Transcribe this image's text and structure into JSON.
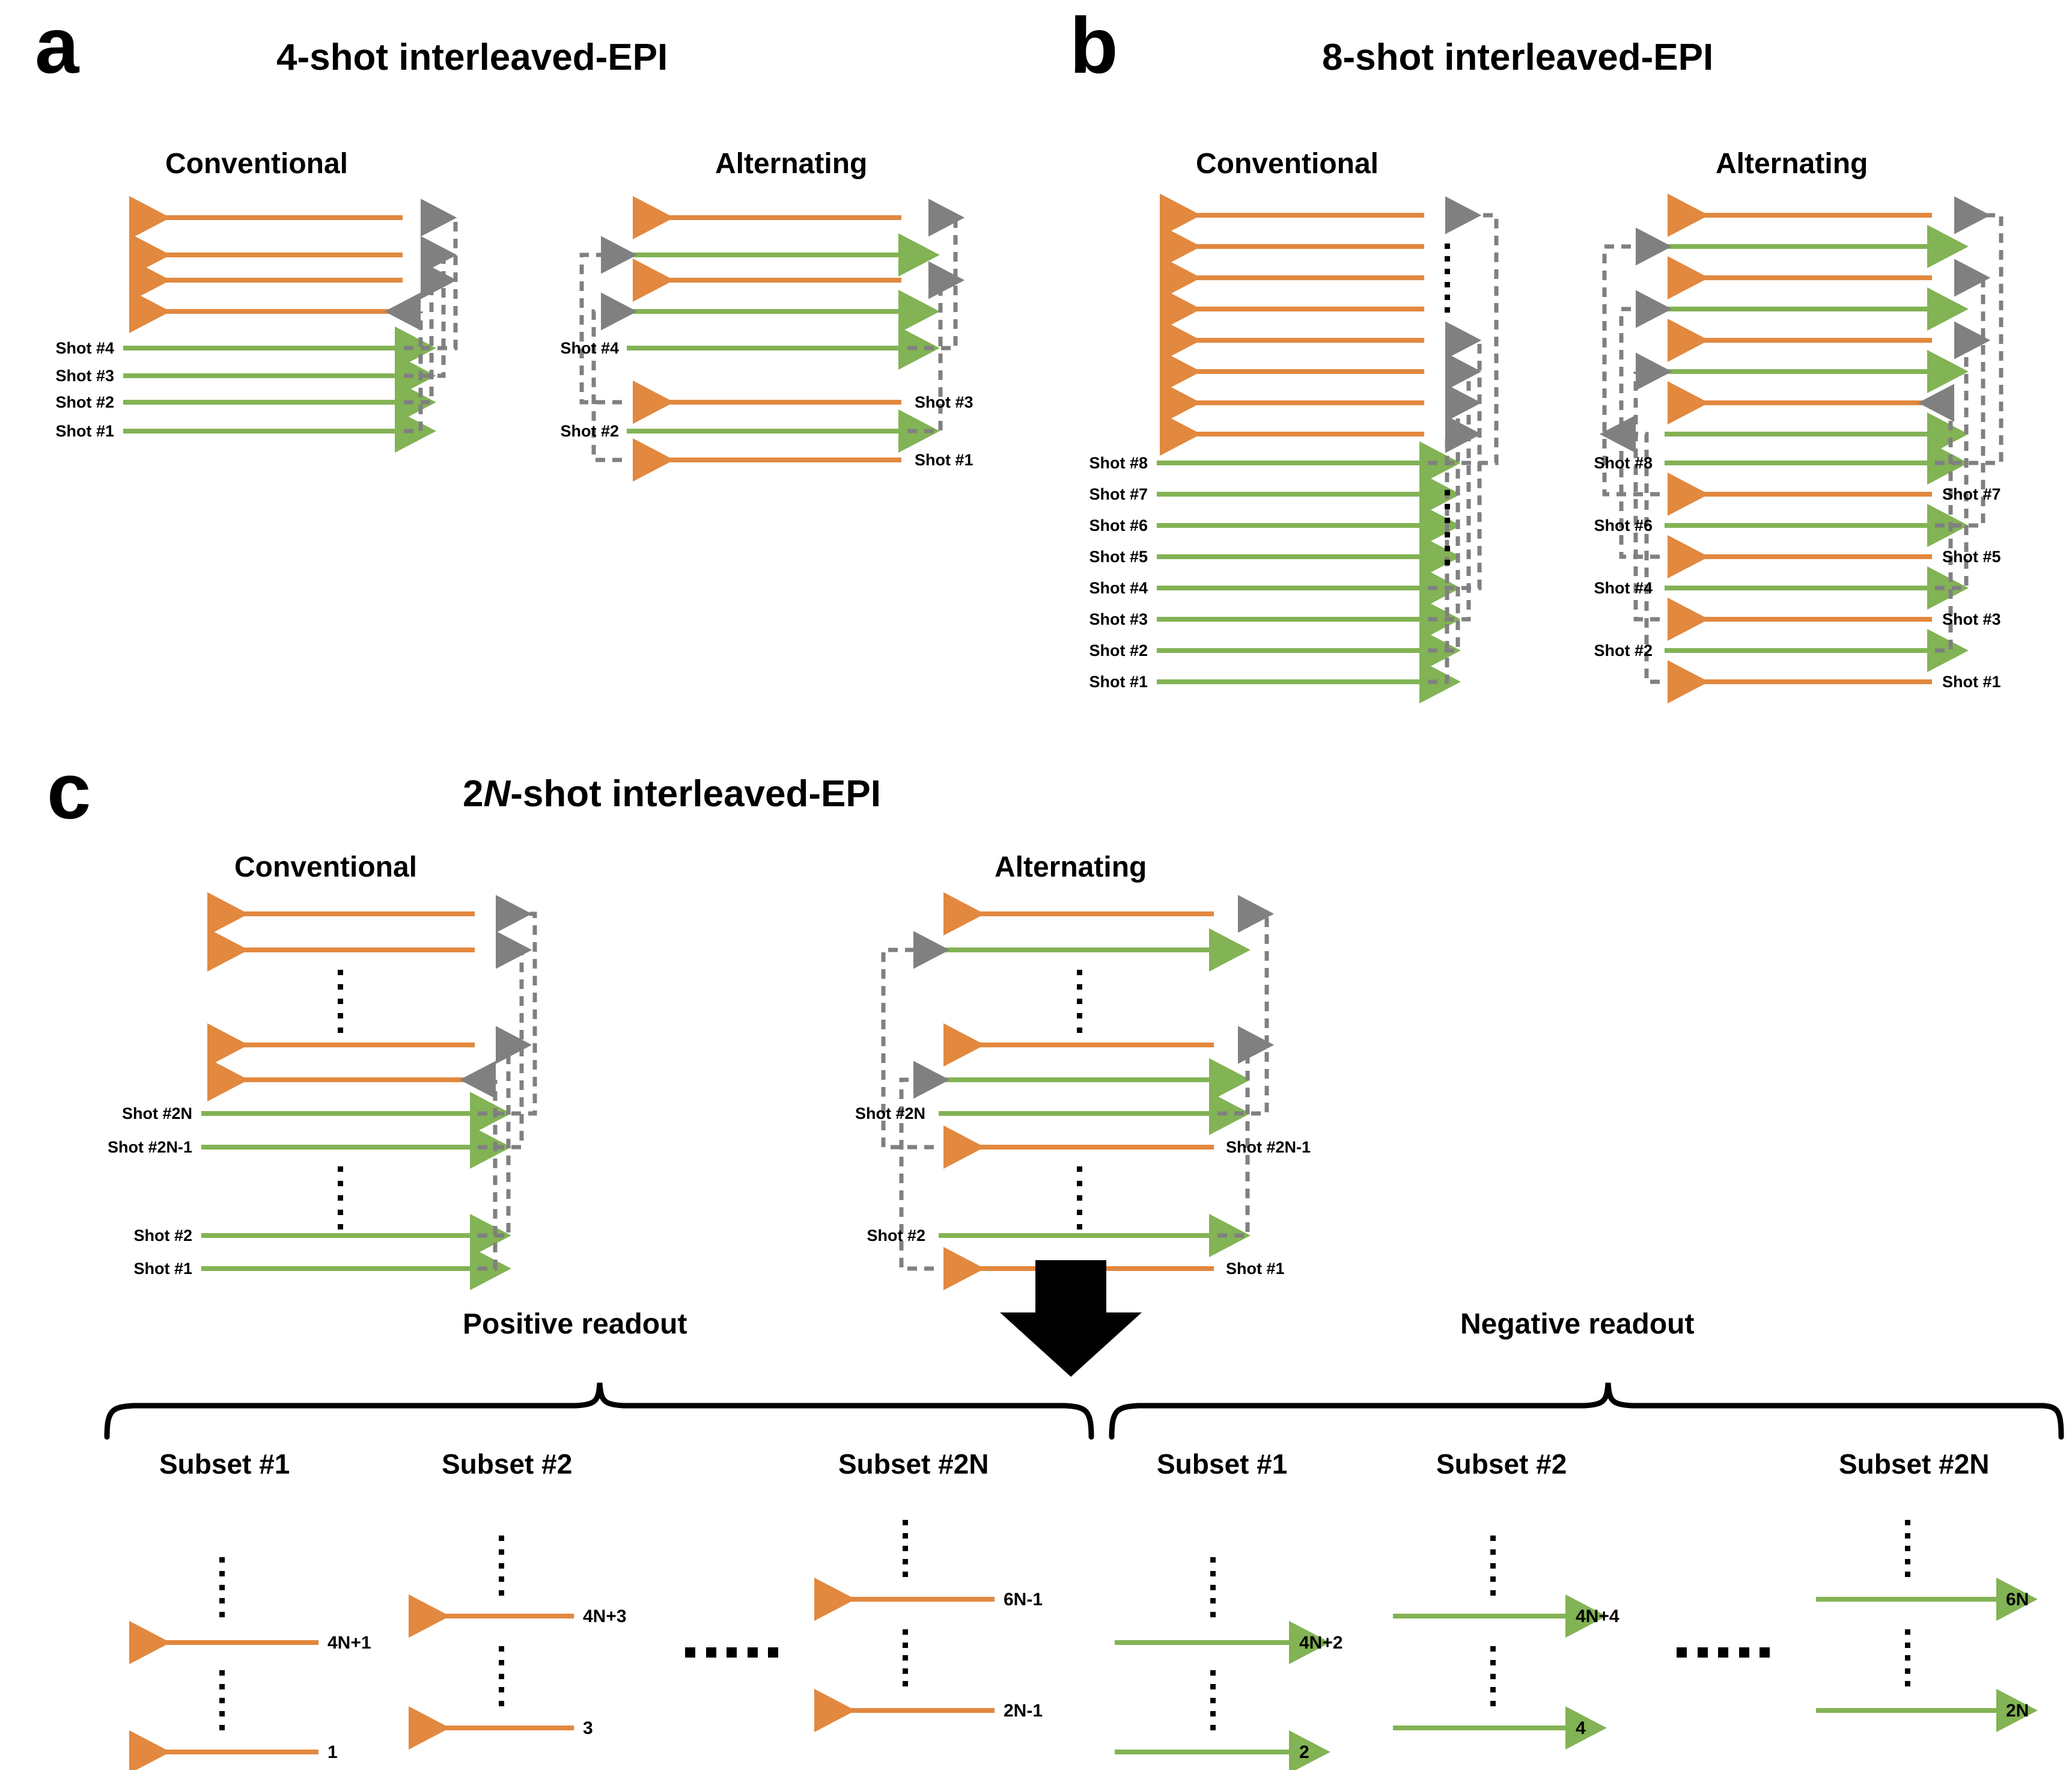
{
  "figure": {
    "panels": [
      {
        "letter": "a",
        "title": "4-shot interleaved-EPI"
      },
      {
        "letter": "b",
        "title": "8-shot interleaved-EPI"
      },
      {
        "letter": "c",
        "title_pre": "2",
        "title_italic": "N",
        "title_post": "-shot interleaved-EPI"
      }
    ],
    "column_titles": {
      "conventional": "Conventional",
      "alternating": "Alternating"
    },
    "readouts": {
      "positive": "Positive readout",
      "negative": "Negative readout"
    },
    "colors": {
      "positive_readout_orange": "#E2883F",
      "negative_readout_green": "#82B354",
      "connector_gray": "#808080",
      "text_black": "#000000",
      "background": "#FFFFFF"
    }
  },
  "panel_a": {
    "conventional": {
      "labels": [
        "Shot #4",
        "Shot #3",
        "Shot #2",
        "Shot #1"
      ],
      "rows": [
        {
          "dir": "left",
          "color": "orange"
        },
        {
          "dir": "left",
          "color": "orange"
        },
        {
          "dir": "left",
          "color": "orange"
        },
        {
          "dir": "left",
          "color": "orange"
        },
        {
          "dir": "right",
          "color": "green",
          "label": "Shot #4",
          "side": "left"
        },
        {
          "dir": "right",
          "color": "green",
          "label": "Shot #3",
          "side": "left"
        },
        {
          "dir": "right",
          "color": "green",
          "label": "Shot #2",
          "side": "left"
        },
        {
          "dir": "right",
          "color": "green",
          "label": "Shot #1",
          "side": "left"
        }
      ]
    },
    "alternating": {
      "rows": [
        {
          "dir": "left",
          "color": "orange"
        },
        {
          "dir": "right",
          "color": "green"
        },
        {
          "dir": "left",
          "color": "orange"
        },
        {
          "dir": "right",
          "color": "green"
        },
        {
          "dir": "right",
          "color": "green",
          "label": "Shot #4",
          "side": "left"
        },
        {
          "dir": "left",
          "color": "orange",
          "label": "Shot #3",
          "side": "right"
        },
        {
          "dir": "right",
          "color": "green",
          "label": "Shot #2",
          "side": "left"
        },
        {
          "dir": "left",
          "color": "orange",
          "label": "Shot #1",
          "side": "right"
        }
      ]
    }
  },
  "panel_b": {
    "conventional": {
      "rows": [
        {
          "dir": "left",
          "color": "orange"
        },
        {
          "dir": "left",
          "color": "orange"
        },
        {
          "dir": "left",
          "color": "orange"
        },
        {
          "dir": "left",
          "color": "orange"
        },
        {
          "dir": "left",
          "color": "orange"
        },
        {
          "dir": "left",
          "color": "orange"
        },
        {
          "dir": "left",
          "color": "orange"
        },
        {
          "dir": "left",
          "color": "orange"
        },
        {
          "dir": "right",
          "color": "green",
          "label": "Shot #8",
          "side": "left"
        },
        {
          "dir": "right",
          "color": "green",
          "label": "Shot #7",
          "side": "left"
        },
        {
          "dir": "right",
          "color": "green",
          "label": "Shot #6",
          "side": "left"
        },
        {
          "dir": "right",
          "color": "green",
          "label": "Shot #5",
          "side": "left"
        },
        {
          "dir": "right",
          "color": "green",
          "label": "Shot #4",
          "side": "left"
        },
        {
          "dir": "right",
          "color": "green",
          "label": "Shot #3",
          "side": "left"
        },
        {
          "dir": "right",
          "color": "green",
          "label": "Shot #2",
          "side": "left"
        },
        {
          "dir": "right",
          "color": "green",
          "label": "Shot #1",
          "side": "left"
        }
      ]
    },
    "alternating": {
      "rows": [
        {
          "dir": "left",
          "color": "orange"
        },
        {
          "dir": "right",
          "color": "green"
        },
        {
          "dir": "left",
          "color": "orange"
        },
        {
          "dir": "right",
          "color": "green"
        },
        {
          "dir": "left",
          "color": "orange"
        },
        {
          "dir": "right",
          "color": "green"
        },
        {
          "dir": "left",
          "color": "orange"
        },
        {
          "dir": "right",
          "color": "green"
        },
        {
          "dir": "right",
          "color": "green",
          "label": "Shot #8",
          "side": "left"
        },
        {
          "dir": "left",
          "color": "orange",
          "label": "Shot #7",
          "side": "right"
        },
        {
          "dir": "right",
          "color": "green",
          "label": "Shot #6",
          "side": "left"
        },
        {
          "dir": "left",
          "color": "orange",
          "label": "Shot #5",
          "side": "right"
        },
        {
          "dir": "right",
          "color": "green",
          "label": "Shot #4",
          "side": "left"
        },
        {
          "dir": "left",
          "color": "orange",
          "label": "Shot #3",
          "side": "right"
        },
        {
          "dir": "right",
          "color": "green",
          "label": "Shot #2",
          "side": "left"
        },
        {
          "dir": "left",
          "color": "orange",
          "label": "Shot #1",
          "side": "right"
        }
      ]
    }
  },
  "panel_c": {
    "conventional": {
      "rows": [
        {
          "dir": "left",
          "color": "orange"
        },
        {
          "dir": "left",
          "color": "orange"
        },
        {
          "dir": "left",
          "color": "orange"
        },
        {
          "dir": "left",
          "color": "orange"
        },
        {
          "dir": "right",
          "color": "green",
          "label": "Shot #2N",
          "side": "left"
        },
        {
          "dir": "right",
          "color": "green",
          "label": "Shot #2N-1",
          "side": "left"
        },
        {
          "dir": "right",
          "color": "green",
          "label": "Shot #2",
          "side": "left"
        },
        {
          "dir": "right",
          "color": "green",
          "label": "Shot #1",
          "side": "left"
        }
      ]
    },
    "alternating": {
      "rows": [
        {
          "dir": "left",
          "color": "orange"
        },
        {
          "dir": "right",
          "color": "green"
        },
        {
          "dir": "left",
          "color": "orange"
        },
        {
          "dir": "right",
          "color": "green"
        },
        {
          "dir": "right",
          "color": "green",
          "label": "Shot #2N",
          "side": "left"
        },
        {
          "dir": "left",
          "color": "orange",
          "label": "Shot #2N-1",
          "side": "right"
        },
        {
          "dir": "right",
          "color": "green",
          "label": "Shot #2",
          "side": "left"
        },
        {
          "dir": "left",
          "color": "orange",
          "label": "Shot #1",
          "side": "right"
        }
      ]
    },
    "positive_readout": {
      "title": "Positive readout",
      "subsets": [
        {
          "title": "Subset #1",
          "top_label": "4N+1",
          "bottom_label": "1",
          "color": "orange",
          "dir": "left"
        },
        {
          "title": "Subset #2",
          "top_label": "4N+3",
          "bottom_label": "3",
          "color": "orange",
          "dir": "left"
        },
        {
          "title": "Subset #2N",
          "top_label": "6N-1",
          "bottom_label": "2N-1",
          "color": "orange",
          "dir": "left"
        }
      ]
    },
    "negative_readout": {
      "title": "Negative readout",
      "subsets": [
        {
          "title": "Subset #1",
          "top_label": "4N+2",
          "bottom_label": "2",
          "color": "green",
          "dir": "right"
        },
        {
          "title": "Subset #2",
          "top_label": "4N+4",
          "bottom_label": "4",
          "color": "green",
          "dir": "right"
        },
        {
          "title": "Subset #2N",
          "top_label": "6N",
          "bottom_label": "2N",
          "color": "green",
          "dir": "right"
        }
      ]
    }
  }
}
